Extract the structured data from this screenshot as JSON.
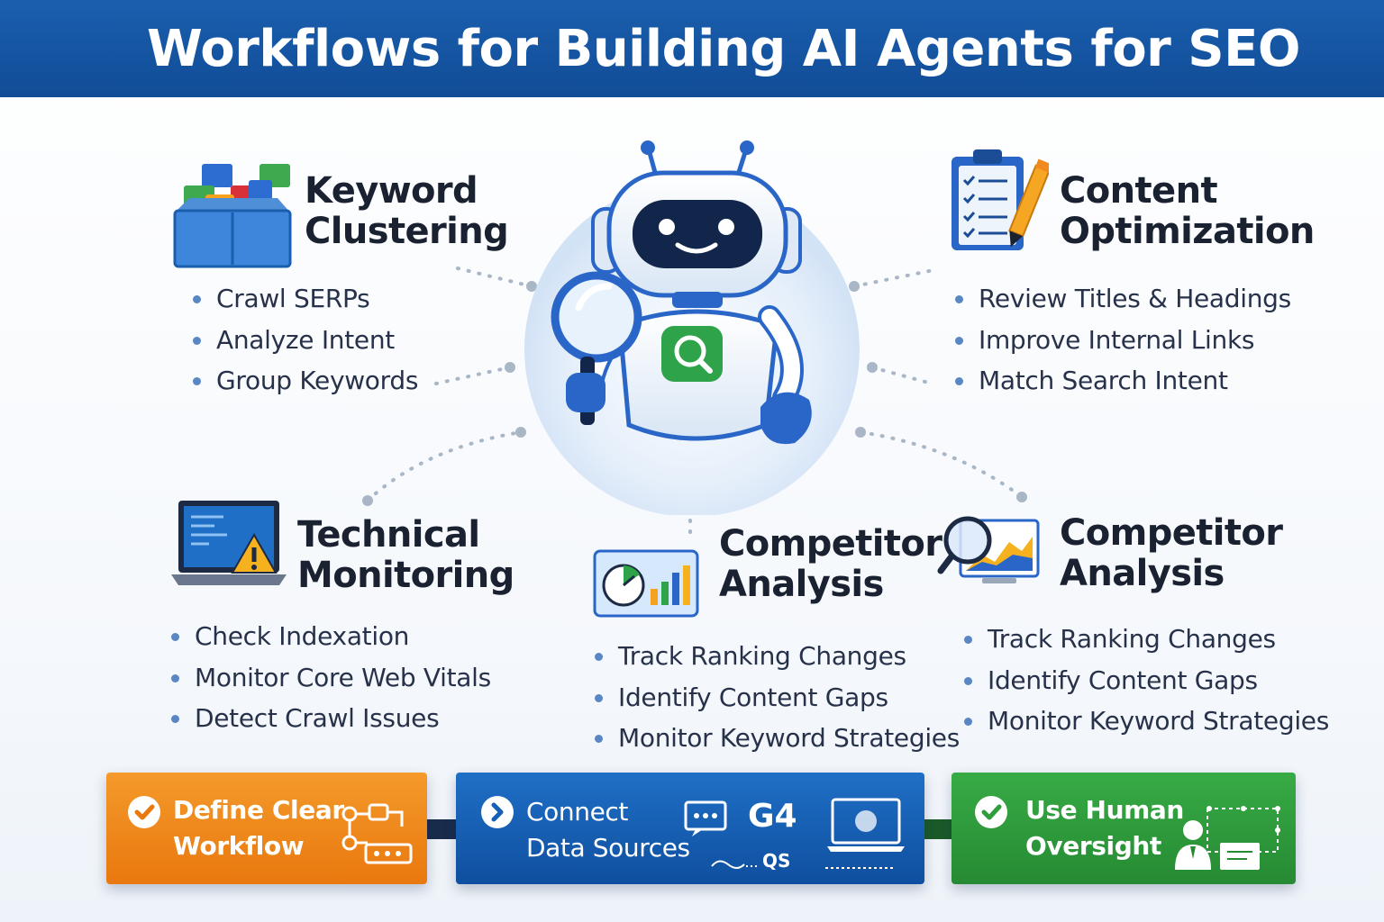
{
  "title": "Workflows for Building AI Agents for SEO",
  "cards": {
    "keyword_clustering": {
      "title_line1": "Keyword",
      "title_line2": "Clustering",
      "bullets": [
        "Crawl SERPs",
        "Analyze Intent",
        "Group Keywords"
      ]
    },
    "content_optimization": {
      "title_line1": "Content",
      "title_line2": "Optimization",
      "bullets": [
        "Review Titles & Headings",
        "Improve Internal Links",
        "Match Search Intent"
      ]
    },
    "technical_monitoring": {
      "title_line1": "Technical",
      "title_line2": "Monitoring",
      "bullets": [
        "Check Indexation",
        "Monitor Core Web Vitals",
        "Detect Crawl Issues"
      ]
    },
    "competitor_analysis_center": {
      "title_line1": "Competitor",
      "title_line2": "Analysis",
      "bullets": [
        "Track Ranking Changes",
        "Identify Content Gaps",
        "Monitor Keyword Strategies"
      ]
    },
    "competitor_analysis_right": {
      "title_line1": "Competitor",
      "title_line2": "Analysis",
      "bullets": [
        "Track Ranking Changes",
        "Identify Content Gaps",
        "Monitor Keyword Strategies"
      ]
    }
  },
  "steps": {
    "define": {
      "line1": "Define Clear",
      "line2": "Workflow",
      "color": "#f08a1c"
    },
    "connect": {
      "line1": "Connect",
      "line2": "Data Sources",
      "ga_label": "G4",
      "extra_label": "QS",
      "color": "#1560b5"
    },
    "oversight": {
      "line1": "Use Human",
      "line2": "Oversight",
      "color": "#2f9d3c"
    }
  },
  "colors": {
    "header": "#1a5fae",
    "bullet": "#5a86c4",
    "robot_accent": "#2a66c8",
    "search_badge": "#2ea34a"
  }
}
